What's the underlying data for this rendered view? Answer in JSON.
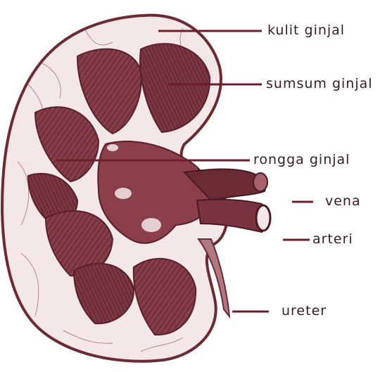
{
  "colors": {
    "ink": "#6b2b33",
    "tissue": "#7a3440",
    "tissue_light": "#c79aa0",
    "paper": "#f4e7e8",
    "label_text": "#3a1a1f"
  },
  "labels": {
    "kulit_ginjal": "kulit ginjal",
    "sumsum_ginjal": "sumsum ginjal",
    "rongga_ginjal": "rongga ginjal",
    "vena": "vena",
    "arteri": "arteri",
    "ureter": "ureter"
  }
}
